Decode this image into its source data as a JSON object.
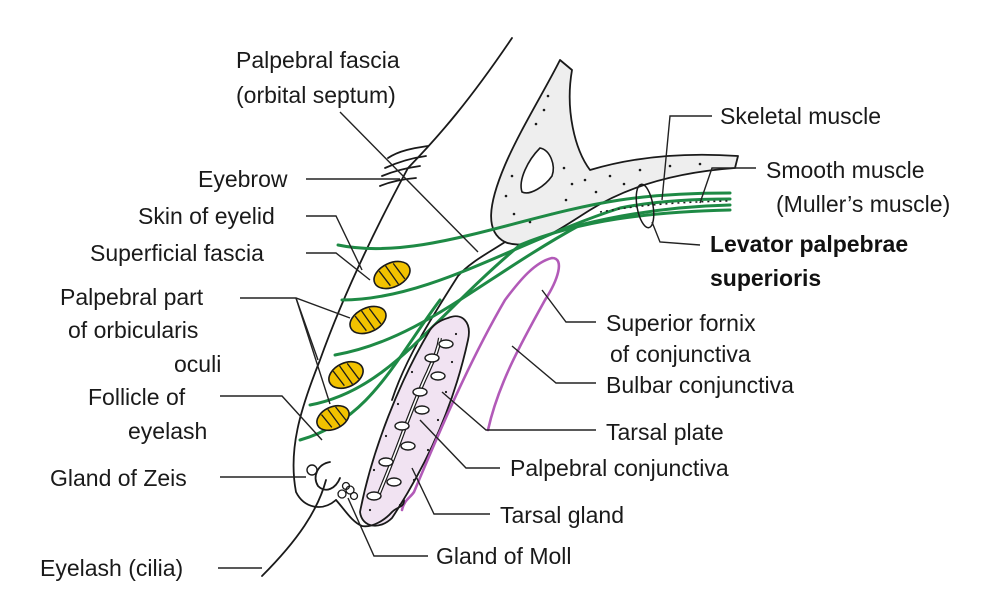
{
  "labels": {
    "palpebral_fascia_1": "Palpebral fascia",
    "palpebral_fascia_2": "(orbital septum)",
    "skeletal_muscle": "Skeletal muscle",
    "smooth_muscle_1": "Smooth muscle",
    "smooth_muscle_2": "(Muller’s muscle)",
    "levator_1": "Levator palpebrae",
    "levator_2": "superioris",
    "eyebrow": "Eyebrow",
    "skin_of_eyelid": "Skin of eyelid",
    "superficial_fascia": "Superficial fascia",
    "palpebral_part_1": "Palpebral part",
    "palpebral_part_2": "of orbicularis",
    "palpebral_part_3": "oculi",
    "superior_fornix_1": "Superior fornix",
    "superior_fornix_2": "of conjunctiva",
    "bulbar_conjunctiva": "Bulbar conjunctiva",
    "follicle_1": "Follicle of",
    "follicle_2": "eyelash",
    "tarsal_plate": "Tarsal plate",
    "palpebral_conjunctiva": "Palpebral conjunctiva",
    "gland_of_zeis": "Gland of Zeis",
    "tarsal_gland": "Tarsal gland",
    "eyelash": "Eyelash (cilia)",
    "gland_of_moll": "Gland of Moll"
  },
  "colors": {
    "muscle_green": "#1e8a45",
    "conjunctiva_magenta": "#b25ab8",
    "tarsal_fill": "#f1e3f2",
    "bone_fill": "#eeeeee",
    "orbicularis_fill": "#f2c200",
    "outline": "#1a1a1a"
  }
}
